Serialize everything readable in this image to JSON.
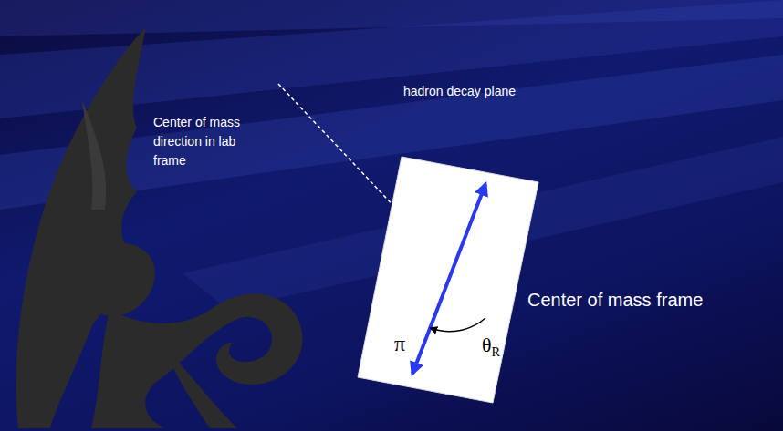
{
  "diagram": {
    "nodes": [
      {
        "text": [
          "hadron decay plane",
          "π",
          "θR"
        ]
      }
    ],
    "labels": [
      "Center of mass direction in lab frame",
      "Center of mass frame"
    ]
  }
}
